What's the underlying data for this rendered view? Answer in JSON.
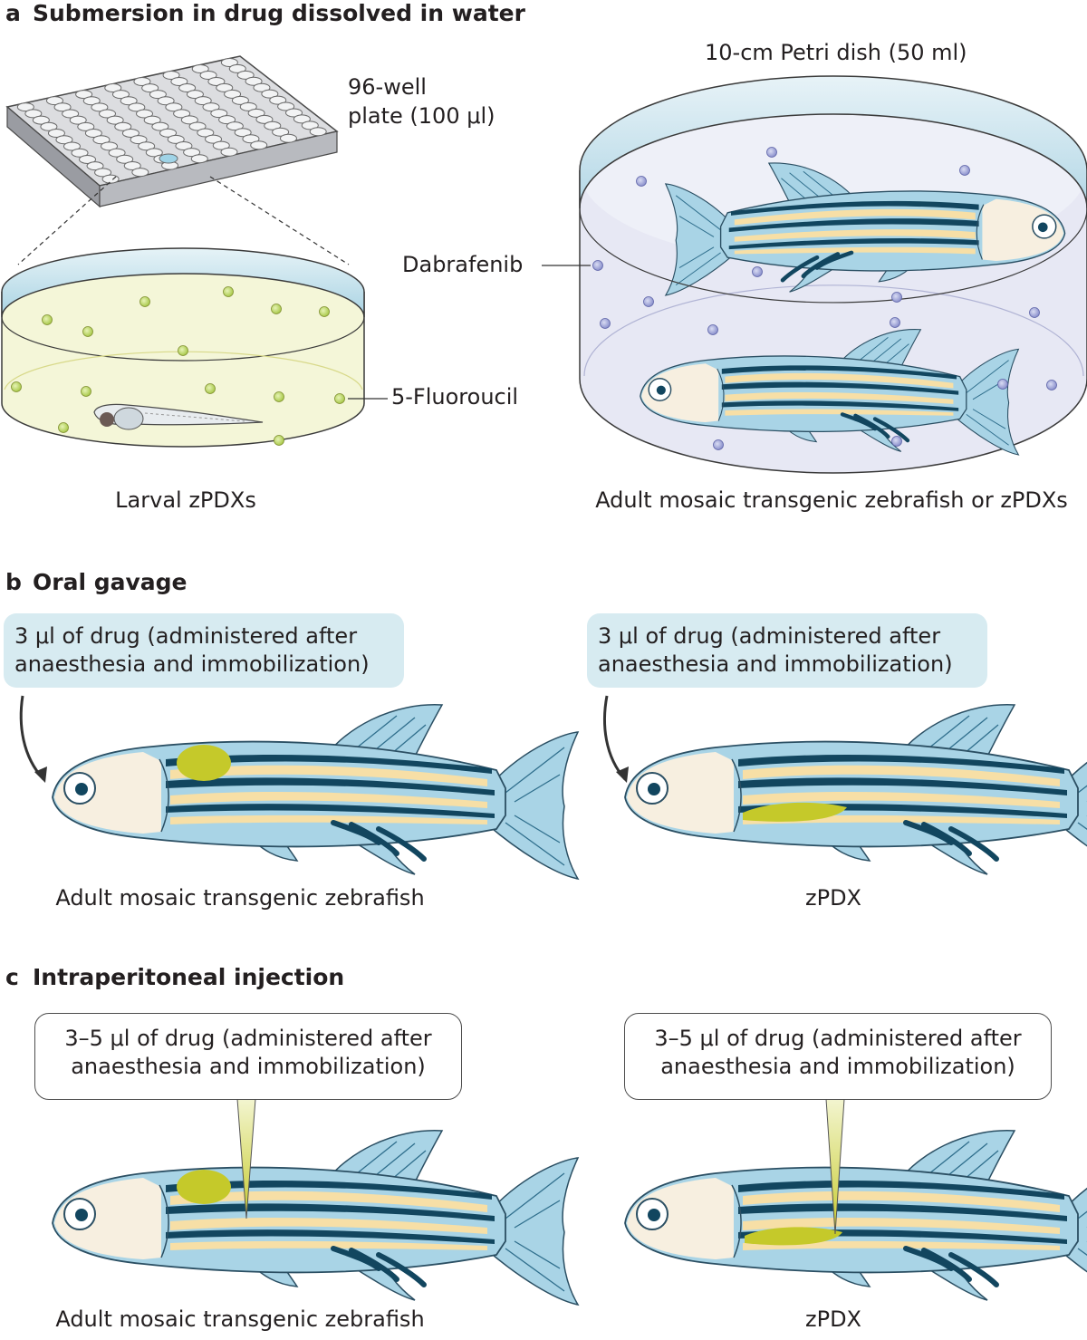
{
  "panels": {
    "a": {
      "letter": "a",
      "title": "Submersion in drug dissolved in water",
      "plate_label_line1": "96-well",
      "plate_label_line2": "plate (100 μl)",
      "dish_label": "10-cm Petri dish (50 ml)",
      "drug_left": "5-Fluoroucil",
      "drug_right": "Dabrafenib",
      "caption_left": "Larval zPDXs",
      "caption_right": "Adult mosaic transgenic zebrafish or zPDXs"
    },
    "b": {
      "letter": "b",
      "title": "Oral gavage",
      "bubble_left_line1": "3 μl of drug (administered after",
      "bubble_left_line2": "anaesthesia and immobilization)",
      "bubble_right_line1": "3 μl of drug (administered after",
      "bubble_right_line2": "anaesthesia and immobilization)",
      "caption_left": "Adult mosaic transgenic zebrafish",
      "caption_right": "zPDX"
    },
    "c": {
      "letter": "c",
      "title": "Intraperitoneal injection",
      "bubble_left_line1": "3–5 μl of drug (administered after",
      "bubble_left_line2": "anaesthesia and immobilization)",
      "bubble_right_line1": "3–5 μl of drug (administered after",
      "bubble_right_line2": "anaesthesia and immobilization)",
      "caption_left": "Adult mosaic transgenic zebrafish",
      "caption_right": "zPDX"
    }
  },
  "colors": {
    "fish_body": "#a9d4e6",
    "fish_stripe": "#12465f",
    "fish_cream": "#f7dfa6",
    "tumour": "#c5c92a",
    "water_left": "#f4f6d8",
    "water_right": "#e7e8f4",
    "dish_rim": "#bfe0ea",
    "fluorouracil_dot": "#c6e07b",
    "dabrafenib_dot": "#9ea4d8",
    "bubble_blue": "#d7ebf1"
  }
}
